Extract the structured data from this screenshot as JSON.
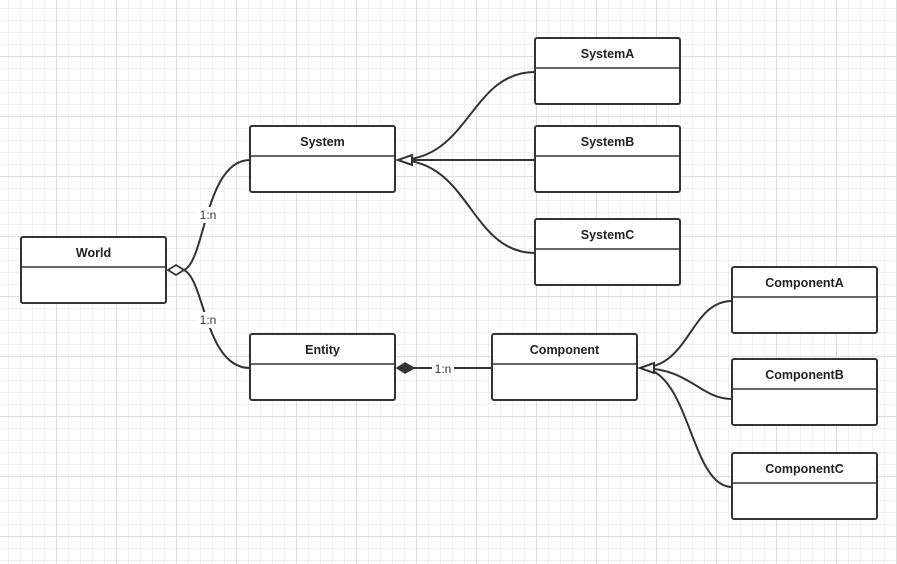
{
  "diagram": {
    "classes": {
      "world": "World",
      "system": "System",
      "entity": "Entity",
      "component": "Component",
      "system_a": "SystemA",
      "system_b": "SystemB",
      "system_c": "SystemC",
      "component_a": "ComponentA",
      "component_b": "ComponentB",
      "component_c": "ComponentC"
    },
    "relations": {
      "world_system_multiplicity": "1:n",
      "world_entity_multiplicity": "1:n",
      "entity_component_multiplicity": "1:n"
    },
    "colors": {
      "stroke": "#333333",
      "box_fill": "#ffffff",
      "grid": "#dddddd"
    }
  }
}
